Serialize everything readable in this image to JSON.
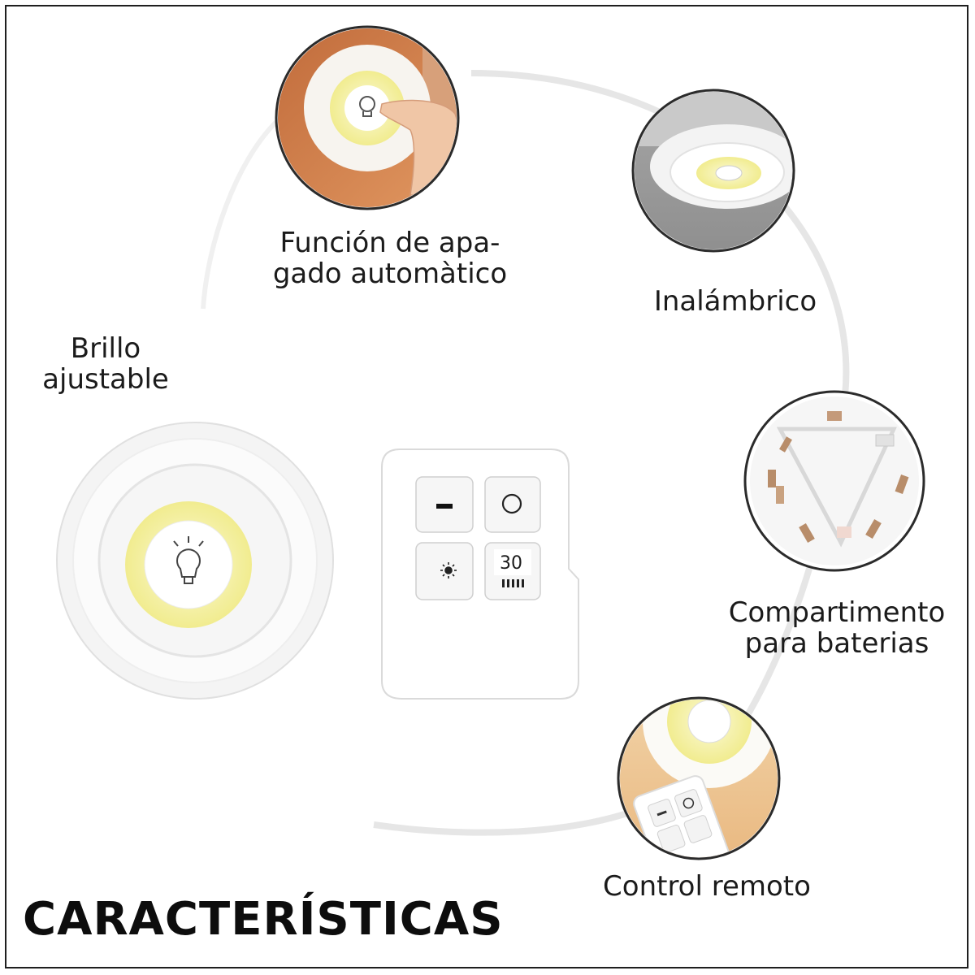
{
  "features": {
    "auto_off": {
      "line1": "Función de apa-",
      "line2": "gado automàtico"
    },
    "wireless": {
      "line1": "Inalámbrico"
    },
    "brightness": {
      "line1": "Brillo",
      "line2": "ajustable"
    },
    "battery": {
      "line1": "Compartimento",
      "line2": "para baterias"
    },
    "remote": {
      "line1": "Control remoto"
    }
  },
  "remote_buttons": {
    "timer": "30"
  },
  "title": "CARACTERÍSTICAS",
  "icons": [
    "light-bulb-icon",
    "sun-icon",
    "circle-power-icon",
    "minus-icon",
    "battery-bars-icon"
  ],
  "colors": {
    "accent_yellow": "#f4f0a0",
    "frame": "#1f1f1f",
    "ring": "#e6e6e6"
  }
}
